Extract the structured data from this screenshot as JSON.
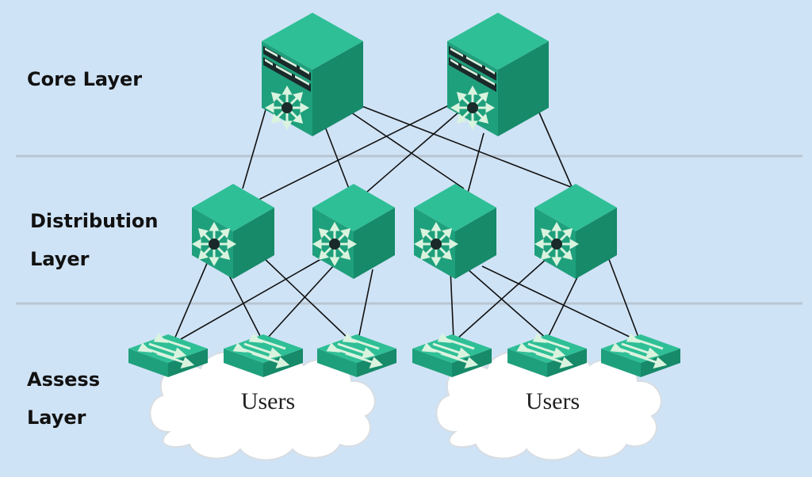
{
  "layers": {
    "core": "Core Layer",
    "distribution": [
      "Distribution",
      "Layer"
    ],
    "access": [
      "Assess",
      "Layer"
    ]
  },
  "clouds": [
    "Users",
    "Users"
  ],
  "colors": {
    "background": "#cfe3f6",
    "device_top": "#2fbf96",
    "device_left": "#1fa07c",
    "device_right": "#168a69",
    "separator": "#b9c6d2",
    "link": "#111111",
    "icon": "#d9f3df"
  },
  "icons": {
    "core_device": "core-router-icon",
    "distribution_device": "multilayer-switch-icon",
    "access_device": "workgroup-switch-icon",
    "cloud": "cloud-icon"
  }
}
